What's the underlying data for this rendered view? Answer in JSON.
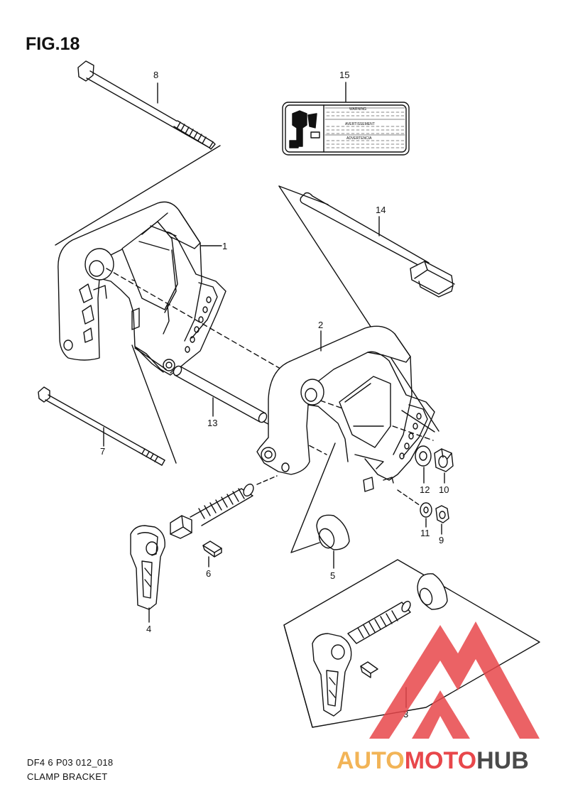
{
  "figure": {
    "title": "FIG.18",
    "diagram_code": "DF4 6 P03 012_018",
    "diagram_name": "CLAMP BRACKET"
  },
  "callouts": [
    "1",
    "2",
    "3",
    "4",
    "5",
    "6",
    "7",
    "8",
    "9",
    "10",
    "11",
    "12",
    "13",
    "14",
    "15"
  ],
  "label_15": {
    "lines": [
      "WARNING",
      "AVERTISSEMENT",
      "ADVERTENCIA"
    ]
  },
  "watermark": {
    "word_part1": "AUTO",
    "word_part2": "MOTO",
    "word_part3": "HUB",
    "colors": {
      "part1": "#f2b457",
      "part2": "#e8474b",
      "part3": "#4a4a4a",
      "logo": "#e8474b"
    }
  }
}
